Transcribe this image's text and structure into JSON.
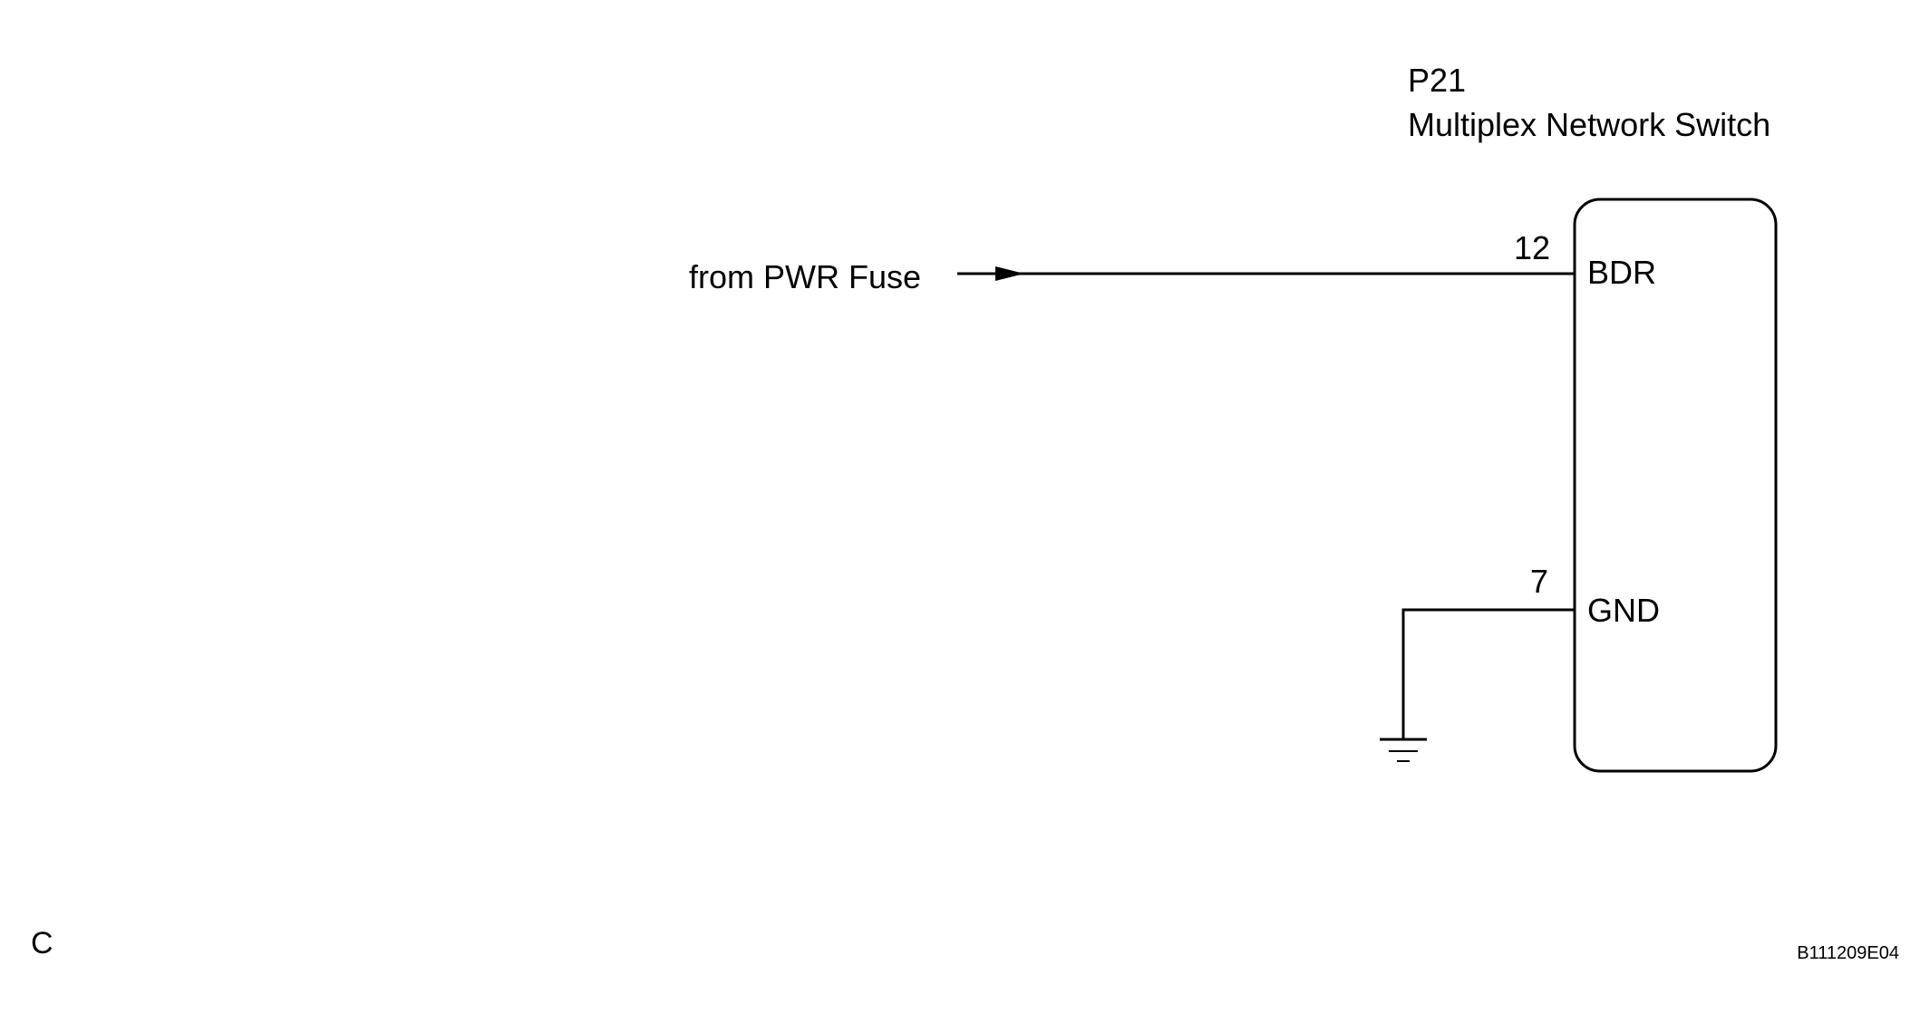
{
  "component": {
    "code": "P21",
    "name": "Multiplex Network Switch"
  },
  "pins": [
    {
      "number": "12",
      "label": "BDR"
    },
    {
      "number": "7",
      "label": "GND"
    }
  ],
  "source_label": "from PWR Fuse",
  "corner_letter": "C",
  "figure_id": "B111209E04",
  "colors": {
    "line": "#000000",
    "background": "#ffffff"
  }
}
